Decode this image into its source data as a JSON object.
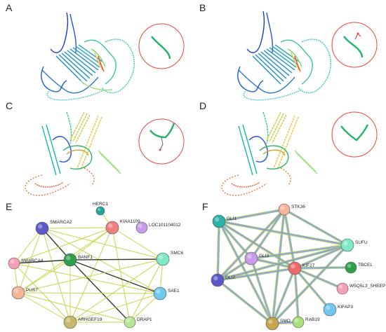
{
  "panels": {
    "A": "A",
    "B": "B",
    "C": "C",
    "D": "D",
    "E": "E",
    "F": "F"
  },
  "colors": {
    "magnify_circle": "#e8463f",
    "network_edge_yellow": "#c6d64a",
    "network_edge_dark": "#3a3a2a"
  },
  "network_E": {
    "nodes": [
      {
        "id": "HERC1",
        "label": "HERC1",
        "color": "#22a59a"
      },
      {
        "id": "SMARCA2",
        "label": "SMARCA2",
        "color": "#5b59c8"
      },
      {
        "id": "KIAA1109",
        "label": "KIAA1109",
        "color": "#f08080"
      },
      {
        "id": "LOC101104012",
        "label": "LOC101104012",
        "color": "#c79be8"
      },
      {
        "id": "SMARCA4",
        "label": "SMARCA4",
        "color": "#f5a0b8"
      },
      {
        "id": "BANF1",
        "label": "BANF1",
        "color": "#2e9e4a"
      },
      {
        "id": "SMC6",
        "label": "SMC6",
        "color": "#7fe8c4"
      },
      {
        "id": "PUS7",
        "label": "PUS7",
        "color": "#f4b49a"
      },
      {
        "id": "SAE1",
        "label": "SAE1",
        "color": "#6fc8f0"
      },
      {
        "id": "ARHGEF19",
        "label": "ARHGEF19",
        "color": "#c8b86a"
      },
      {
        "id": "DRAP1",
        "label": "DRAP1",
        "color": "#b8e49a"
      }
    ]
  },
  "network_F": {
    "nodes": [
      {
        "id": "STK36",
        "label": "STK36",
        "color": "#f4b49a"
      },
      {
        "id": "GLI1",
        "label": "GLI1",
        "color": "#2bb3a8"
      },
      {
        "id": "SUFU",
        "label": "SUFU",
        "color": "#7fe8c4"
      },
      {
        "id": "GLI3",
        "label": "GLI3",
        "color": "#c79be8"
      },
      {
        "id": "KIF27",
        "label": "KIF27",
        "color": "#ee6a6a"
      },
      {
        "id": "TBCEL",
        "label": "TBCEL",
        "color": "#2e9e4a"
      },
      {
        "id": "GLI2",
        "label": "GLI2",
        "color": "#5b59c8"
      },
      {
        "id": "W5Q5L3_SHEEP",
        "label": "W5Q5L3_SHEEP",
        "color": "#f5a0b8"
      },
      {
        "id": "KIFAP3",
        "label": "KIFAP3",
        "color": "#6fc8f0"
      },
      {
        "id": "SMO",
        "label": "SMO",
        "color": "#c8a44a"
      },
      {
        "id": "RAB19",
        "label": "RAB19",
        "color": "#a8e07a"
      }
    ]
  }
}
